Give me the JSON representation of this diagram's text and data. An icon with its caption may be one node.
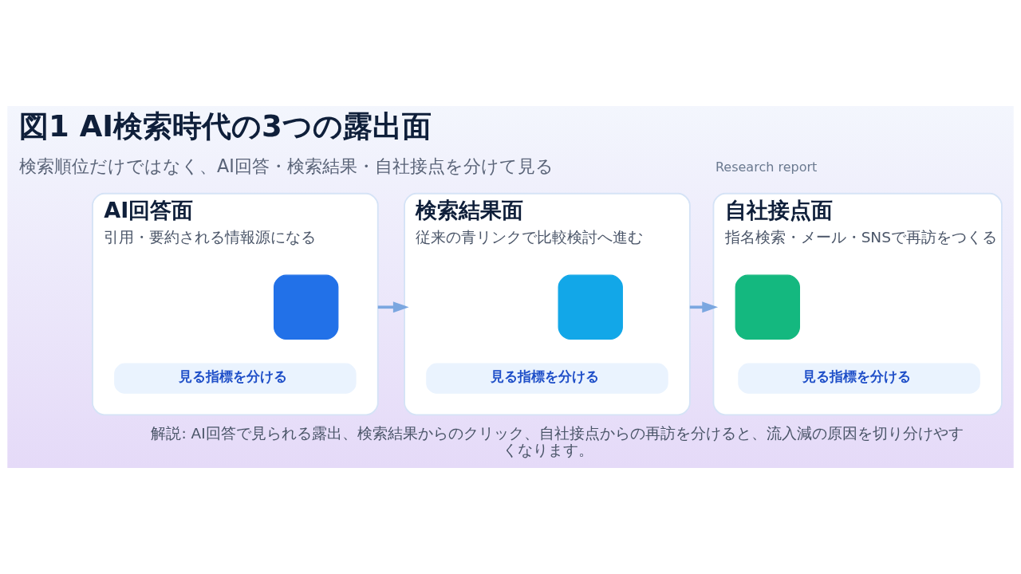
{
  "diagram": {
    "title": "図1 AI検索時代の3つの露出面",
    "caption": "解説: AI回答で見られる露出、検索結果からのクリック、自社接点からの再訪を分けると、流入減の原因を切り分けやすくなります。",
    "nodes": [
      {
        "text": [
          "AI回答面",
          "引用・要約される情報源になる"
        ]
      },
      {
        "text": [],
        "shape": "box",
        "in": 0
      },
      {
        "text": [
          "見る指標を分ける"
        ],
        "in": 0
      },
      {
        "text": [
          "検索結果面",
          "従来の青リンクで比較検討へ進む"
        ]
      },
      {
        "text": [],
        "shape": "box",
        "in": 3
      },
      {
        "text": [
          "見る指標を分ける"
        ],
        "in": 3
      },
      {
        "text": [
          "自社接点面",
          "指名検索・メール・SNSで再訪をつくる"
        ]
      },
      {
        "text": [],
        "shape": "box",
        "in": 6
      },
      {
        "text": [
          "見る指標を分ける"
        ],
        "in": 6
      }
    ],
    "edges": [
      {
        "from": 0,
        "to": 3,
        "arrow": "to"
      },
      {
        "from": 3,
        "to": 6,
        "arrow": "to"
      }
    ],
    "labels": [
      "検索順位だけではなく、AI回答・検索結果・自社接点を分けて見る",
      "Research report"
    ]
  }
}
